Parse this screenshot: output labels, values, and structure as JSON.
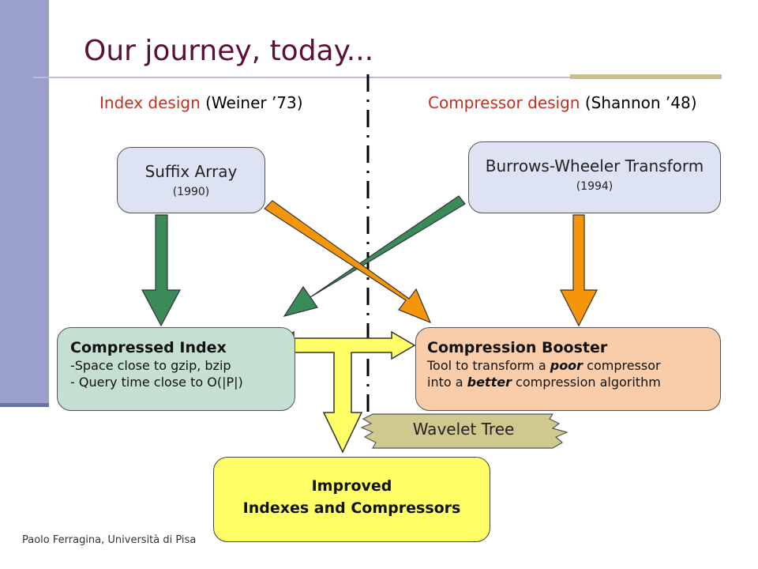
{
  "slide": {
    "title": "Our journey, today...",
    "footer": "Paolo Ferragina, Università di Pisa"
  },
  "headers": {
    "left_accent": "Index design",
    "left_rest": " (Weiner ’73)",
    "right_accent": "Compressor design",
    "right_rest": " (Shannon ’48)"
  },
  "boxes": {
    "suffix_array": {
      "title": "Suffix Array",
      "year": "(1990)"
    },
    "bwt": {
      "title": "Burrows-Wheeler Transform",
      "year": "(1994)"
    },
    "compressed_index": {
      "title": "Compressed Index",
      "line1": "-Space close to gzip, bzip",
      "line2": "- Query time close to O(|P|)"
    },
    "compression_booster": {
      "title": "Compression Booster",
      "line1_pre": "Tool to transform a ",
      "line1_em": "poor",
      "line1_post": "  compressor",
      "line2_pre": "into a ",
      "line2_em": "better",
      "line2_post": "  compression algorithm"
    },
    "improved": {
      "line1": "Improved",
      "line2": "Indexes and Compressors"
    }
  },
  "wavelet_tree": "Wavelet Tree",
  "colors": {
    "green_arrow": "#3a8a5a",
    "orange_arrow": "#f5960a",
    "yellow_arrow": "#ffff66",
    "title": "#5c1038",
    "accent": "#c03020"
  }
}
